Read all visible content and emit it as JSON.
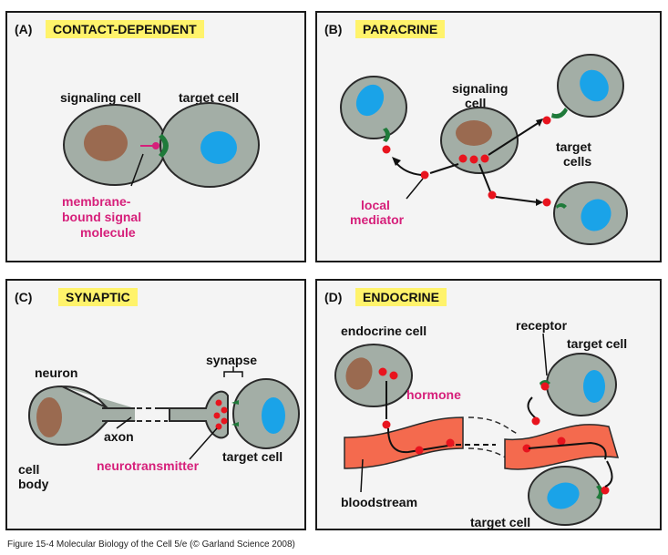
{
  "panels": {
    "a": {
      "letter": "(A)",
      "title": "CONTACT-DEPENDENT",
      "labels": {
        "signaling_cell": "signaling cell",
        "target_cell": "target cell",
        "membrane_line1": "membrane-",
        "membrane_line2": "bound signal",
        "membrane_line3": "molecule"
      }
    },
    "b": {
      "letter": "(B)",
      "title": "PARACRINE",
      "labels": {
        "signaling_line1": "signaling",
        "signaling_line2": "cell",
        "target_line1": "target",
        "target_line2": "cells",
        "local_line1": "local",
        "local_line2": "mediator"
      }
    },
    "c": {
      "letter": "(C)",
      "title": "SYNAPTIC",
      "labels": {
        "neuron": "neuron",
        "synapse": "synapse",
        "axon": "axon",
        "cell_line1": "cell",
        "cell_line2": "body",
        "neurotransmitter": "neurotransmitter",
        "target_cell": "target cell"
      }
    },
    "d": {
      "letter": "(D)",
      "title": "ENDOCRINE",
      "labels": {
        "endocrine_cell": "endocrine cell",
        "receptor": "receptor",
        "target_cell_top": "target cell",
        "hormone": "hormone",
        "bloodstream": "bloodstream",
        "target_cell_bottom": "target cell"
      }
    }
  },
  "caption": "Figure 15-4 Molecular Biology of the Cell 5/e (© Garland Science 2008)",
  "colors": {
    "cell_fill": "#a3aea6",
    "nucleus_brown": "#9a6a50",
    "nucleus_blue": "#1aa3e8",
    "receptor_green": "#1f7a3a",
    "signal_red": "#e8141e",
    "magenta_text": "#d61f7a",
    "bloodstream": "#f46a4e",
    "title_badge": "#fff36b"
  }
}
